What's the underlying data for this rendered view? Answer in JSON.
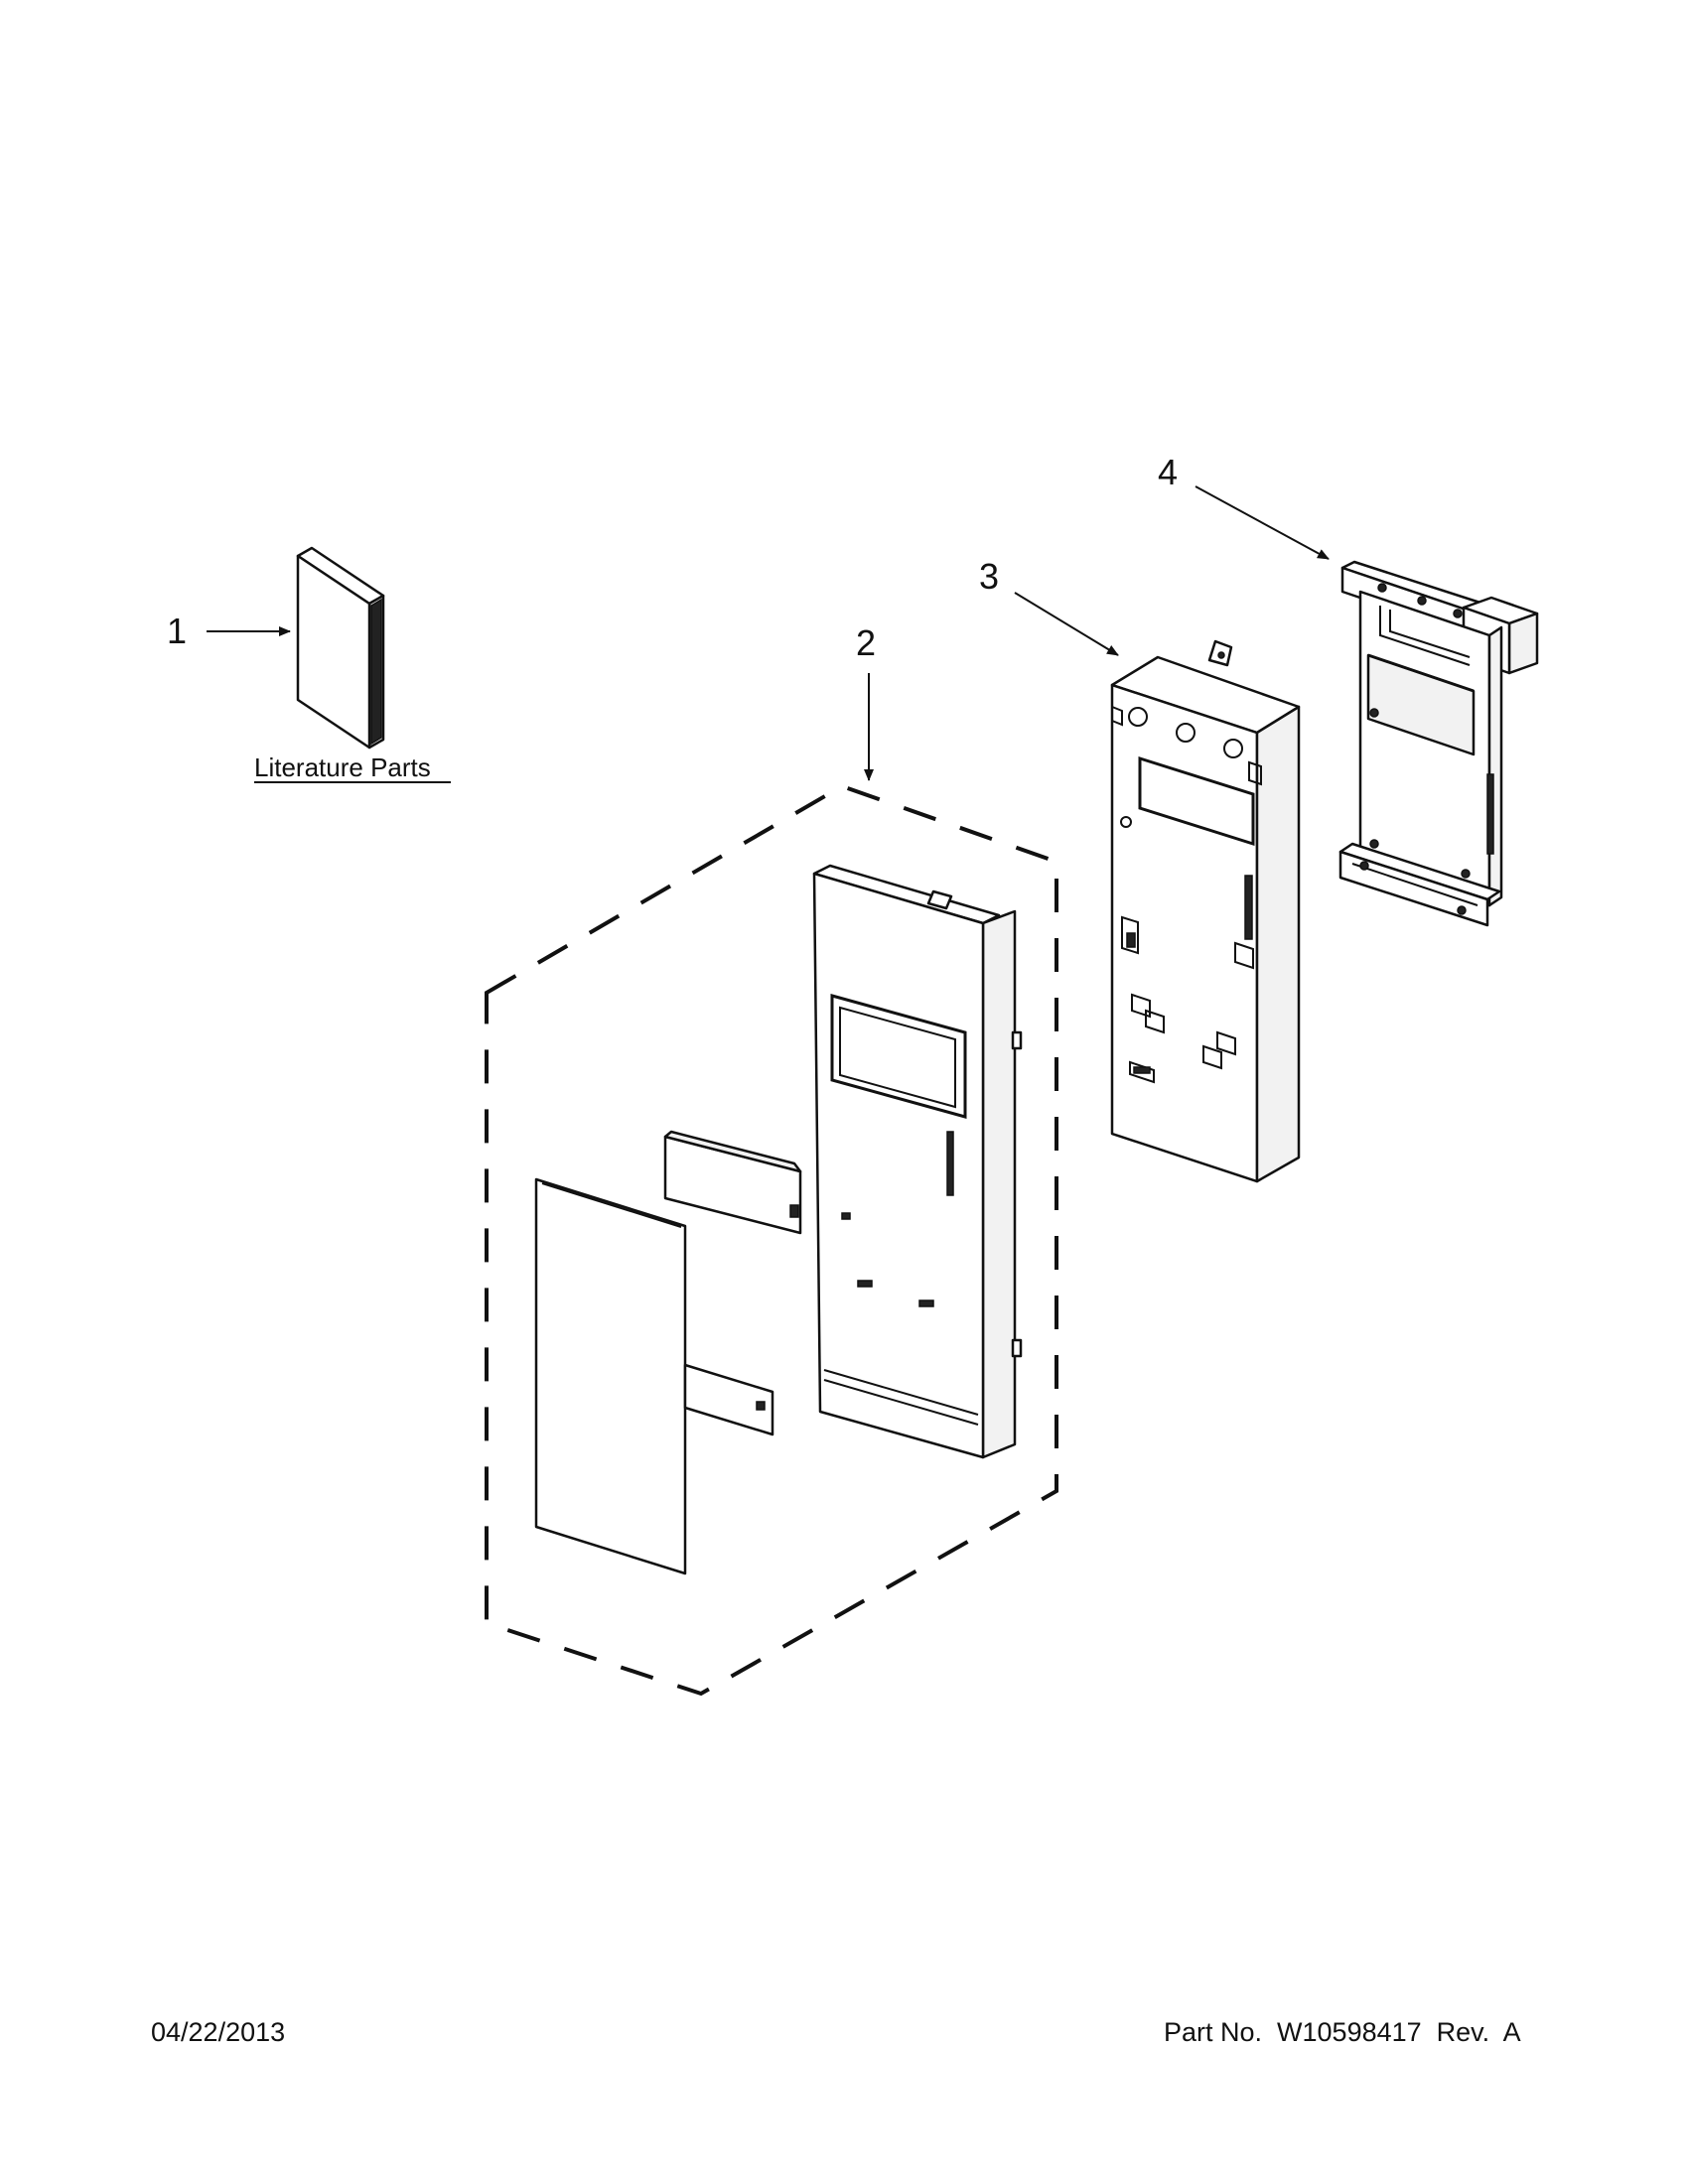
{
  "callouts": {
    "item1": "1",
    "item2": "2",
    "item3": "3",
    "item4": "4"
  },
  "literature_label": "Literature Parts",
  "footer": {
    "date": "04/22/2013",
    "part_number": "Part No.  W10598417  Rev.  A"
  }
}
